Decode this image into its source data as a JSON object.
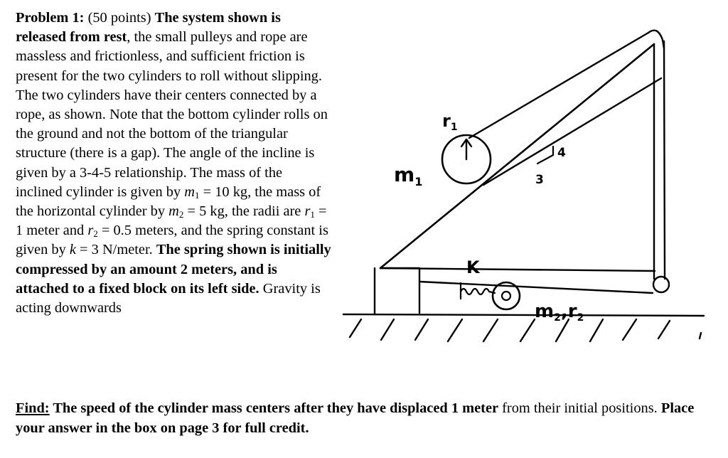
{
  "problem": {
    "label": "Problem 1:",
    "points": " (50 points) ",
    "intro_bold": "The system shown is released from rest",
    "t1": ", the small pulleys and rope are massless and frictionless, and sufficient friction is present for the two cylinders to roll without slipping.  The two cylinders have their centers connected by a rope, as shown. Note that the bottom cylinder rolls on the ground and not the bottom of the triangular structure (there is a gap). The angle of the incline is given by a 3-4-5 relationship. The mass of the inclined cylinder is given by ",
    "m1_sym": "m",
    "m1_sub": "1",
    "m1_val": " = 10 kg, the mass of the horizontal cylinder by ",
    "m2_sym": "m",
    "m2_sub": "2",
    "m2_val": " = 5 kg, the radii are ",
    "r1_sym": "r",
    "r1_sub": "1",
    "r1_val": " = 1 meter and ",
    "r2_sym": "r",
    "r2_sub": "2",
    "r2_val": " = 0.5 meters, and the spring constant is given by ",
    "k_sym": "k",
    "k_val": " = 3 N/meter. ",
    "spring_bold": "The spring shown is initially compressed by an amount 2 meters, and is attached to a fixed block on its left side.",
    "gravity": " Gravity is acting downwards"
  },
  "find": {
    "label": "Find:",
    "bold1": " The speed of the cylinder mass centers after they have displaced 1 meter",
    "plain": " from their initial positions.  ",
    "bold2": "Place your answer in the box on page 3 for full credit."
  },
  "diagram": {
    "m1_label": "m",
    "m1_sub": "1",
    "r1_label": "r",
    "r1_sub": "1",
    "k_label": "K",
    "m2_label": "m",
    "m2_sub": "2",
    "r2_label": "r",
    "r2_sub": "2",
    "slope_run": "3",
    "slope_rise": "4"
  }
}
